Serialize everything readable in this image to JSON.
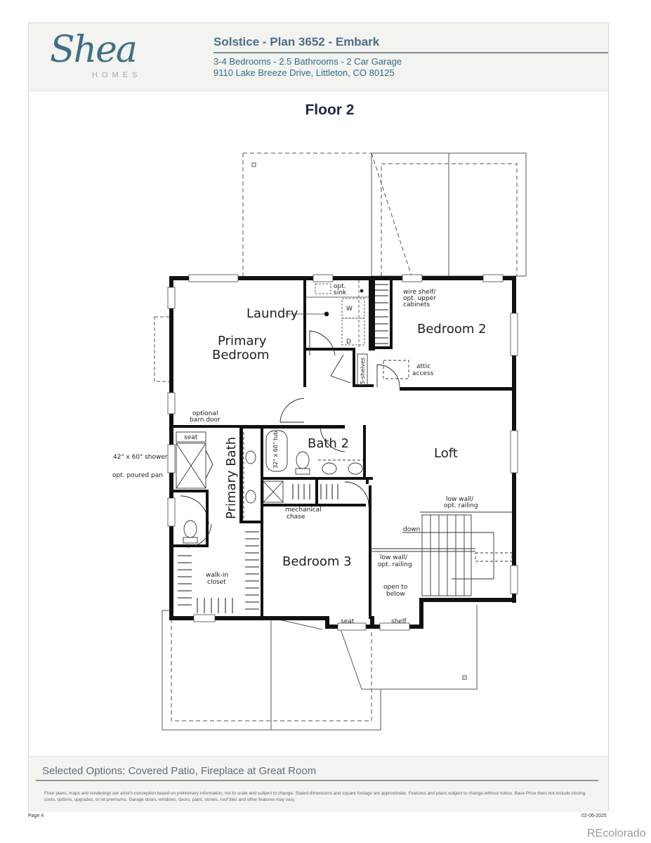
{
  "header": {
    "logo_script": "Shea",
    "logo_sub": "HOMES",
    "plan_title": "Solstice - Plan 3652 - Embark",
    "specs": "3-4 Bedrooms - 2.5 Bathrooms - 2 Car Garage",
    "address": "9110 Lake Breeze Drive, Littleton, CO 80125"
  },
  "floor_title": "Floor 2",
  "rooms": {
    "laundry": "Laundry",
    "primary_bedroom_1": "Primary",
    "primary_bedroom_2": "Bedroom",
    "bedroom_2": "Bedroom 2",
    "bedroom_3": "Bedroom 3",
    "bath_2": "Bath 2",
    "primary_bath": "Primary Bath",
    "loft": "Loft"
  },
  "annotations": {
    "opt_sink_1": "opt.",
    "opt_sink_2": "sink",
    "washer": "W",
    "dryer": "D",
    "wire_shelf_1": "wire shelf/",
    "wire_shelf_2": "opt. upper",
    "wire_shelf_3": "cabinets",
    "attic_1": "attic",
    "attic_2": "access",
    "five_shelves": "5-shelves",
    "barn_door_1": "optional",
    "barn_door_2": "barn door",
    "seat_shower": "seat",
    "shower": "42\" x 60\" shower",
    "poured_pan": "opt. poured pan",
    "tub": "32\" x 60\" tub",
    "mechanical_1": "mechanical",
    "mechanical_2": "chase",
    "low_wall_top_1": "low wall/",
    "low_wall_top_2": "opt. railing",
    "down": "down",
    "low_wall_side_1": "low wall/",
    "low_wall_side_2": "opt. railing",
    "open_below_1": "open to",
    "open_below_2": "below",
    "walk_in_1": "walk-in",
    "walk_in_2": "closet",
    "seat_bay": "seat",
    "shelf": "shelf"
  },
  "footer": {
    "selected_options": "Selected Options: Covered Patio, Fireplace at Great Room",
    "disclaimer": "Floor plans, maps and renderings are artist's conception based on preliminary information, not to scale and subject to change. Stated dimensions and square footage are approximate. Features and plans subject to change without notice. Base Price does not include closing costs, options, upgrades, or lot premiums. Garage doors, windows, doors, paint, stones, roof tiles and other features may vary.",
    "page": "Page 4",
    "date": "02-06-2025"
  },
  "watermark": "REcolorado",
  "colors": {
    "brand_teal": "#3f6f88",
    "title_blue": "#4b6e86",
    "floor_title": "#1d2a44",
    "wall": "#111111"
  }
}
